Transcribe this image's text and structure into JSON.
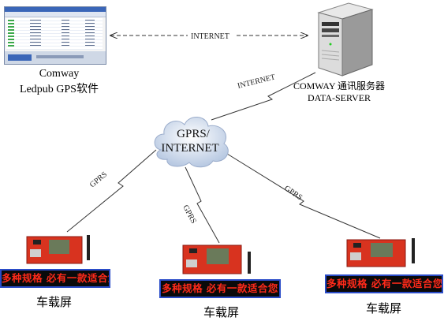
{
  "software": {
    "caption_line1": "Comway",
    "caption_line2": "Ledpub GPS软件"
  },
  "server": {
    "caption_line1": "COMWAY 通讯服务器",
    "caption_line2": "DATA-SERVER"
  },
  "cloud": {
    "line1": "GPRS/",
    "line2": "INTERNET"
  },
  "links": {
    "software_server": "INTERNET",
    "server_cloud": "INTERNET",
    "cloud_device_left": "GPRS",
    "cloud_device_middle": "GPRS",
    "cloud_device_right": "GPRS"
  },
  "devices": [
    {
      "led_text": "多种规格 必有一款适合您",
      "caption": "车载屏"
    },
    {
      "led_text": "多种规格 必有一款适合您",
      "caption": "车载屏"
    },
    {
      "led_text": "多种规格 必有一款适合您",
      "caption": "车载屏"
    }
  ],
  "colors": {
    "led_text": "#ff2a1a",
    "led_border": "#2a4cc8",
    "board": "#d8331f",
    "cloud": "#c9d7ea"
  }
}
